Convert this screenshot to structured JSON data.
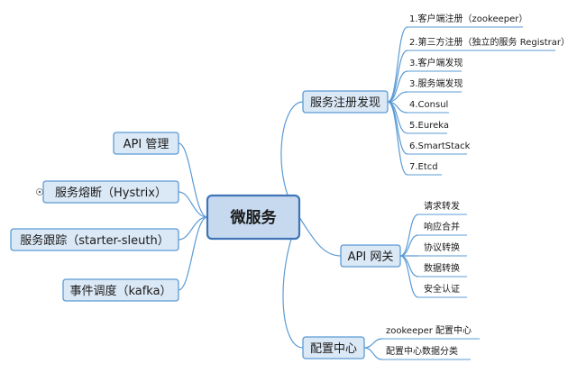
{
  "center": "微服务",
  "left_branches": [
    {
      "label": "API 管理"
    },
    {
      "label": "服务熔断（Hystrix）",
      "collapsed": true
    },
    {
      "label": "服务跟踪（starter-sleuth）"
    },
    {
      "label": "事件调度（kafka）"
    }
  ],
  "right_branches": [
    {
      "label": "服务注册发现",
      "children": [
        "1.客户端注册（zookeeper）",
        "2.第三方注册（独立的服务 Registrar）",
        "3.客户端发现",
        "3.服务端发现",
        "4.Consul",
        "5.Eureka",
        "6.SmartStack",
        "7.Etcd"
      ]
    },
    {
      "label": "API 网关",
      "children": [
        "请求转发",
        "响应合并",
        "协议转换",
        "数据转换",
        "安全认证"
      ]
    },
    {
      "label": "配置中心",
      "children": [
        "zookeeper 配置中心",
        "配置中心数据分类"
      ]
    }
  ],
  "colors": {
    "line": "#5b9bd5",
    "node_fill": "#dbe8f5",
    "center_fill": "#c6d9ef",
    "center_border": "#3f74b7"
  }
}
